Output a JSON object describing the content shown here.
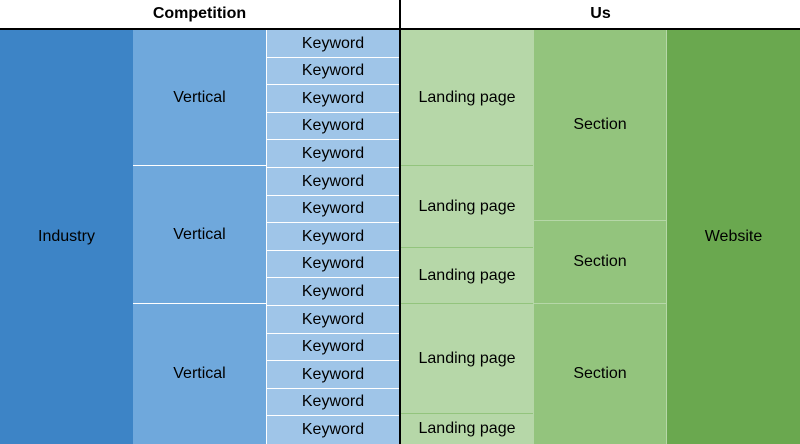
{
  "headers": {
    "competition": "Competition",
    "us": "Us"
  },
  "industry": "Industry",
  "verticals": [
    "Vertical",
    "Vertical",
    "Vertical"
  ],
  "keywords": [
    "Keyword",
    "Keyword",
    "Keyword",
    "Keyword",
    "Keyword",
    "Keyword",
    "Keyword",
    "Keyword",
    "Keyword",
    "Keyword",
    "Keyword",
    "Keyword",
    "Keyword",
    "Keyword",
    "Keyword"
  ],
  "landing_pages": [
    "Landing page",
    "Landing page",
    "Landing page",
    "Landing page",
    "Landing page"
  ],
  "sections": [
    "Section",
    "Section",
    "Section"
  ],
  "website": "Website"
}
